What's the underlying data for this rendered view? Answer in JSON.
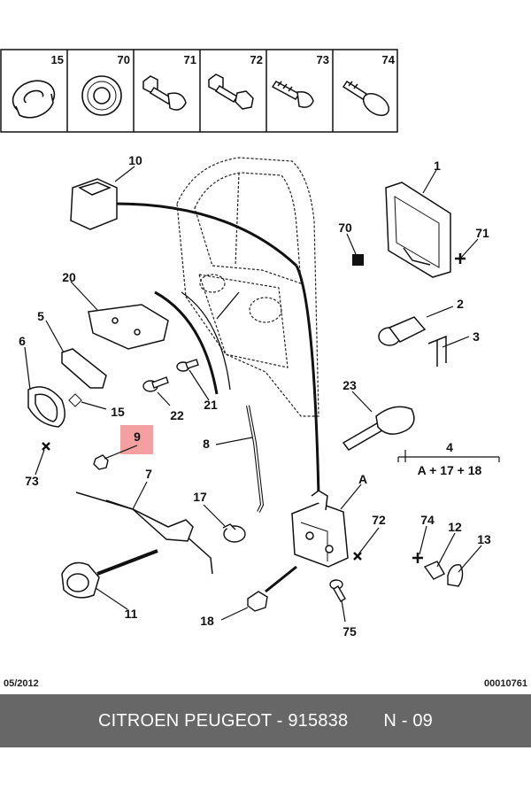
{
  "legend": [
    {
      "num": "15",
      "icon": "grommet-icon"
    },
    {
      "num": "70",
      "icon": "washer-icon"
    },
    {
      "num": "71",
      "icon": "bolt-icon"
    },
    {
      "num": "72",
      "icon": "bolt-nut-icon"
    },
    {
      "num": "73",
      "icon": "screw-icon"
    },
    {
      "num": "74",
      "icon": "countersunk-screw-icon"
    }
  ],
  "callouts": {
    "c1": "1",
    "c2": "2",
    "c3": "3",
    "c4": "4",
    "c4_formula": "A + 17 + 18",
    "c5": "5",
    "c6": "6",
    "c7": "7",
    "c8": "8",
    "c9": "9",
    "c10": "10",
    "c11": "11",
    "c12": "12",
    "c13": "13",
    "c15": "15",
    "c17": "17",
    "c18": "18",
    "c20": "20",
    "c21": "21",
    "c22": "22",
    "c23": "23",
    "c70": "70",
    "c71": "71",
    "c72": "72",
    "c73a": "73",
    "c74": "74",
    "c75": "75",
    "cA": "A"
  },
  "highlight_color": "#f4a0a0",
  "footer": {
    "date": "05/2012",
    "code": "00010761"
  },
  "banner": {
    "brand": "CITROEN PEUGEOT - 915838",
    "page": "N - 09"
  }
}
